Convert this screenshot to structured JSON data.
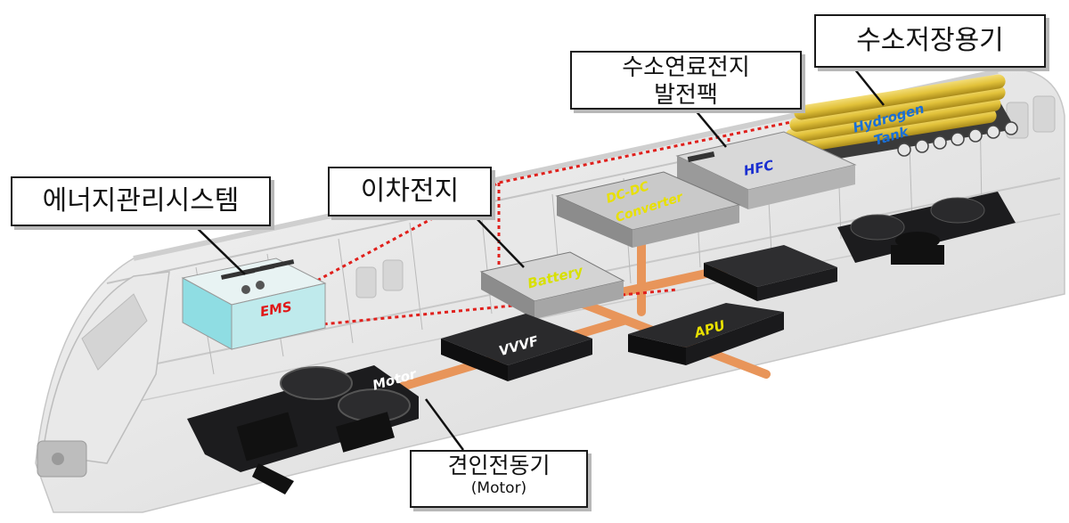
{
  "callouts": {
    "energy_management": "에너지관리시스템",
    "secondary_battery": "이차전지",
    "fuel_cell_line1": "수소연료전지",
    "fuel_cell_line2": "발전팩",
    "hydrogen_storage": "수소저장용기",
    "traction_motor": "견인전동기",
    "traction_motor_sub": "(Motor)"
  },
  "component_labels": {
    "ems": "EMS",
    "battery": "Battery",
    "dcdc_line1": "DC-DC",
    "dcdc_line2": "Converter",
    "hfc": "HFC",
    "tank_line1": "Hydrogen",
    "tank_line2": "Tank",
    "vvvf": "VVVF",
    "apu": "APU",
    "motor": "Motor"
  },
  "colors": {
    "power_line": "#e8955a",
    "signal_line": "#e0201c",
    "ems_label": "#e01818",
    "battery_label": "#d8e000",
    "dcdc_label": "#e8e000",
    "hfc_label": "#1a2fd0",
    "tank_label": "#1a6fd6",
    "tank_body": "#e2c23a",
    "dark_module": "#1c1c1e"
  }
}
